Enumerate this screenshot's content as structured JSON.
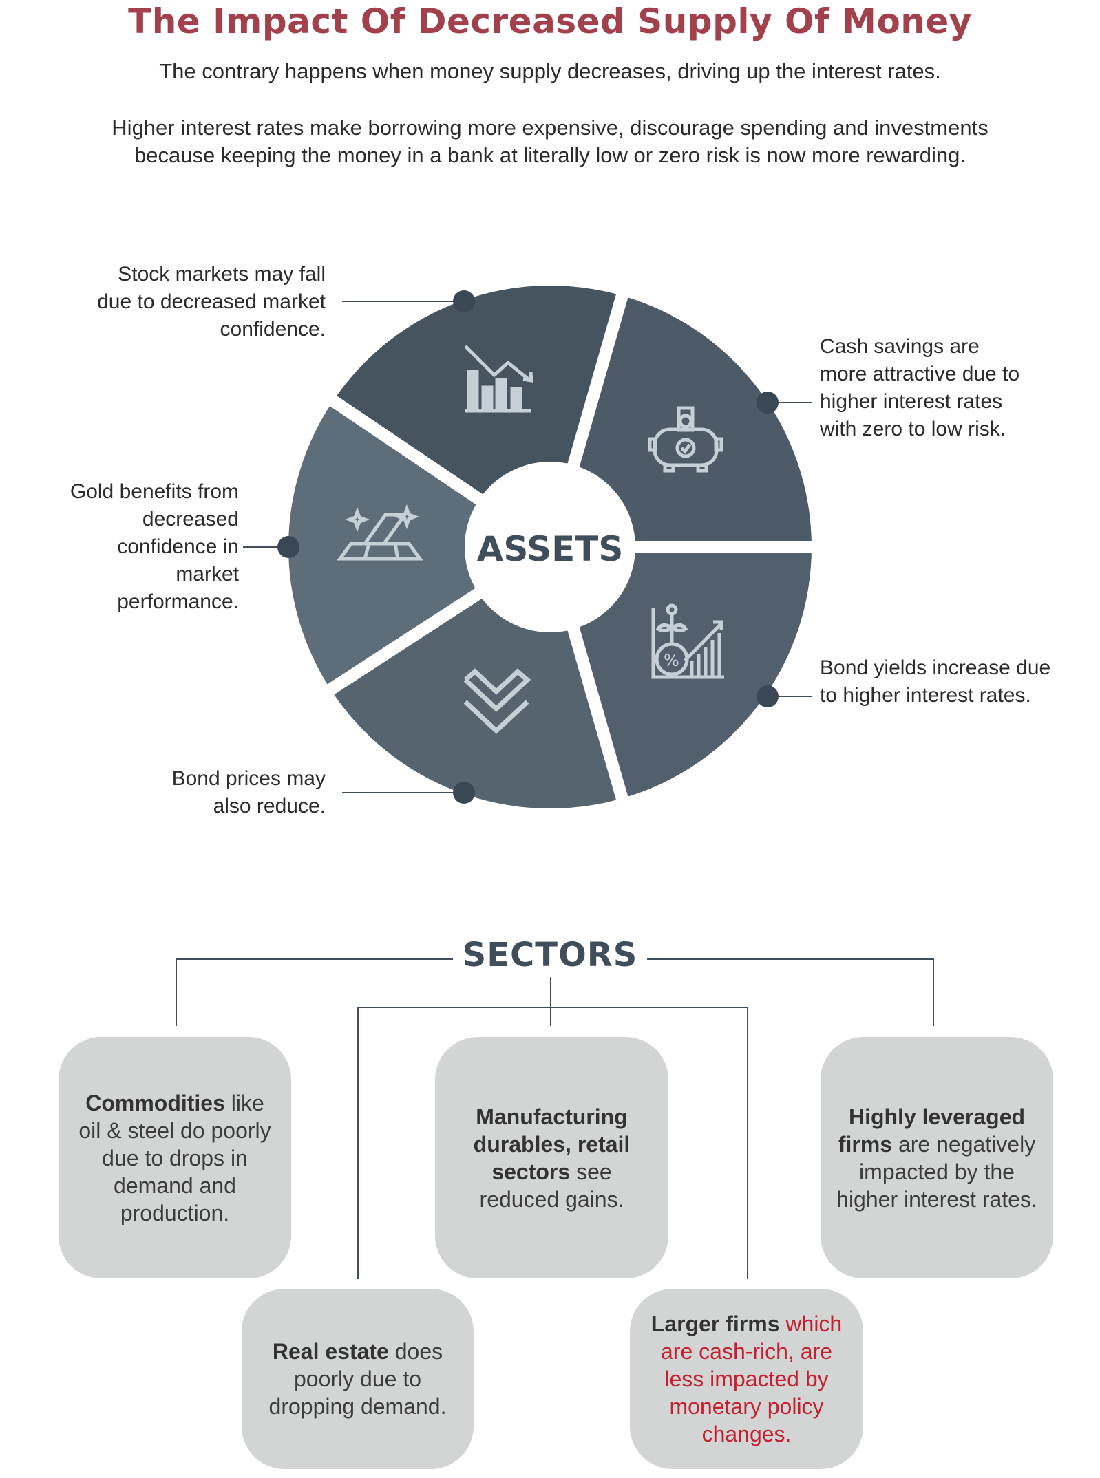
{
  "title": "The Impact Of Decreased Supply Of Money",
  "subtitle": "The contrary happens when money supply decreases, driving up the interest rates.",
  "paragraph": "Higher interest rates make borrowing more expensive, discourage spending and investments because keeping the money in a bank at literally low or zero risk is now more rewarding.",
  "assets": {
    "center_label": "ASSETS",
    "segments": [
      {
        "name": "stock-markets",
        "icon": "falling-bar-chart-icon",
        "color": "#46545f",
        "label": "Stock markets may fall due to decreased market confidence."
      },
      {
        "name": "cash-savings",
        "icon": "piggy-bank-icon",
        "color": "#4d5b68",
        "label": "Cash savings are more attractive due to higher interest rates with zero to low risk."
      },
      {
        "name": "bond-yields",
        "icon": "growth-chart-money-bag-icon",
        "color": "#525f6c",
        "label": "Bond yields increase due to higher interest rates."
      },
      {
        "name": "bond-prices",
        "icon": "double-chevron-down-icon",
        "color": "#56646f",
        "label": "Bond prices may also reduce."
      },
      {
        "name": "gold",
        "icon": "gold-bars-icon",
        "color": "#5e6d7a",
        "label": "Gold benefits from decreased confidence in market performance."
      }
    ],
    "dot_color": "#3a4856"
  },
  "sectors": {
    "heading": "SECTORS",
    "boxes": [
      {
        "bold": "Commodities",
        "rest": " like oil & steel do poorly due to drops in demand and production."
      },
      {
        "bold": "Manufacturing durables, retail sectors",
        "rest": " see reduced gains."
      },
      {
        "bold": "Highly leveraged firms",
        "rest": " are negatively impacted by the higher interest rates."
      },
      {
        "bold": "Real estate",
        "rest": " does poorly due to dropping demand."
      },
      {
        "bold": "Larger firms",
        "rest": " which are cash-rich, are less impacted by monetary policy changes."
      }
    ]
  },
  "colors": {
    "title": "#a2404c",
    "highlight": "#c61f2e",
    "box": "#d3d5d5"
  }
}
